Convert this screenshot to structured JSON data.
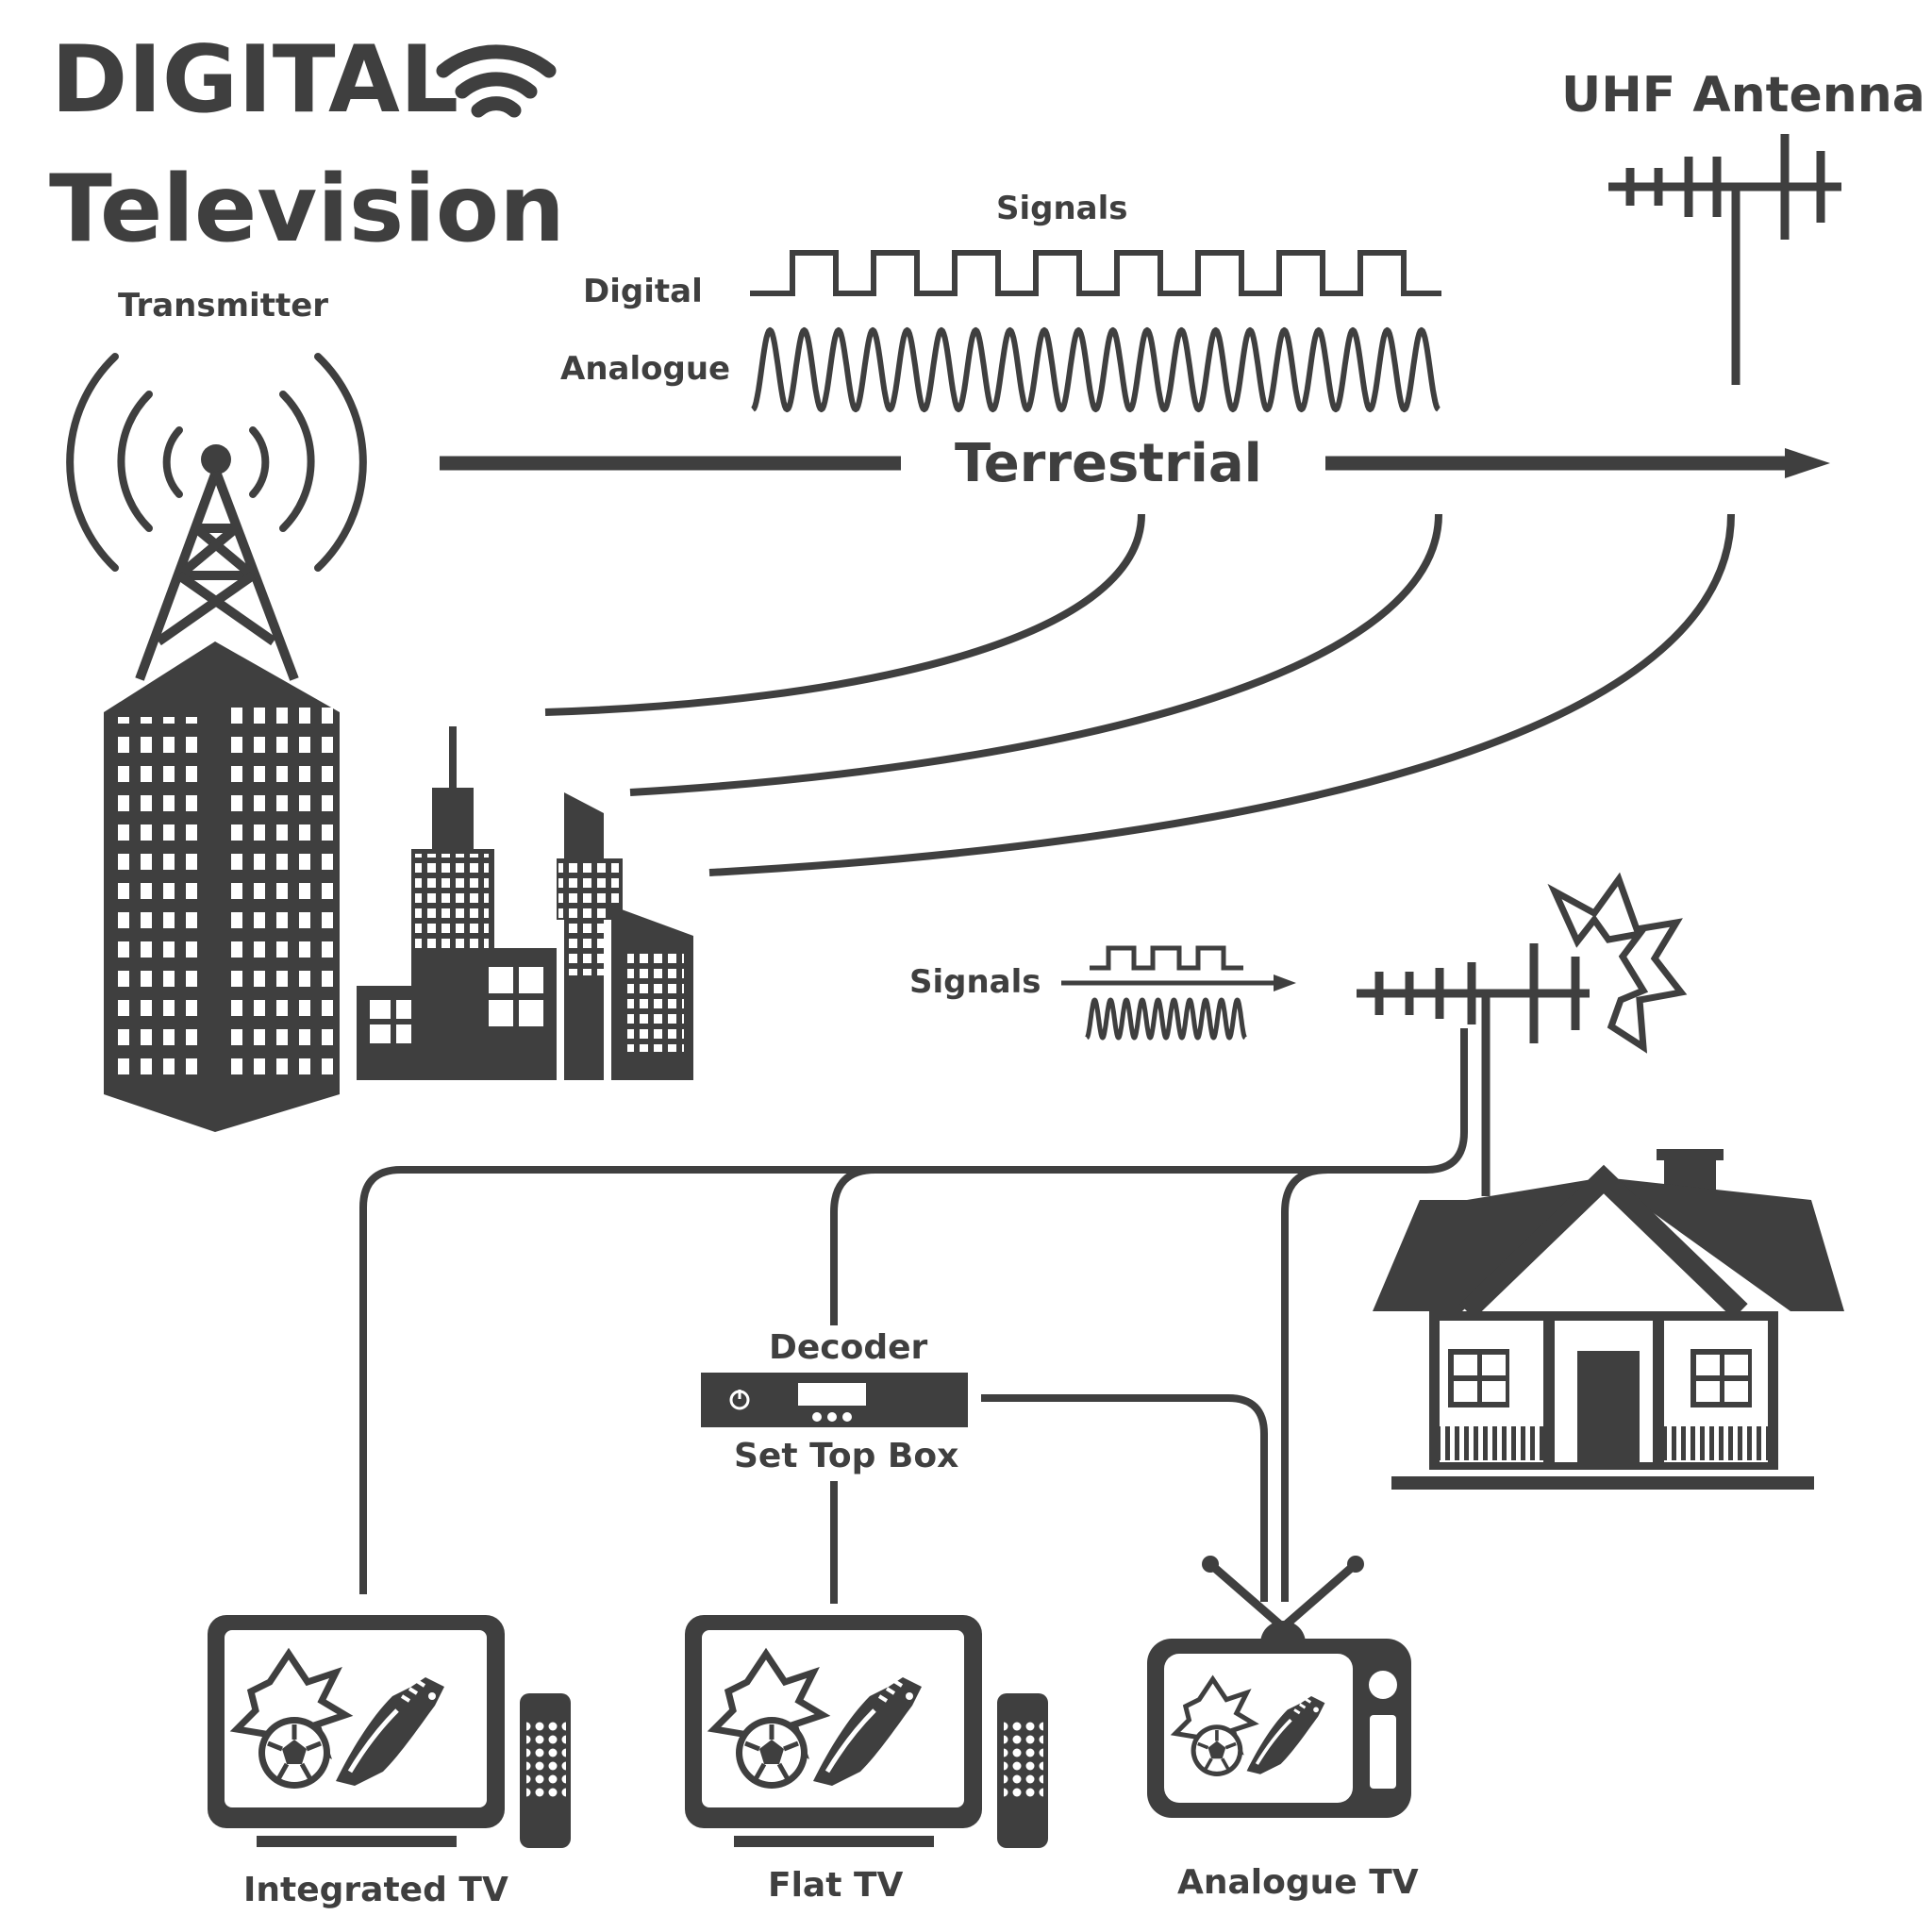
{
  "title": {
    "line1": "DIGITAL",
    "line2": "Television"
  },
  "labels": {
    "transmitter": "Transmitter",
    "uhf_antenna": "UHF Antenna",
    "signals_top": "Signals",
    "digital": "Digital",
    "analogue": "Analogue",
    "terrestrial": "Terrestrial",
    "signals_mid": "Signals",
    "decoder": "Decoder",
    "set_top_box": "Set Top Box",
    "integrated_tv": "Integrated TV",
    "flat_tv": "Flat TV",
    "analogue_tv": "Analogue TV"
  },
  "colors": {
    "ink": "#3f3f3f",
    "background": "#ffffff"
  },
  "icons": [
    "wifi-icon",
    "transmitter-tower-icon",
    "city-buildings-icon",
    "uhf-antenna-icon",
    "house-icon",
    "set-top-box-icon",
    "tv-icon",
    "remote-control-icon",
    "soccer-ball-icon",
    "football-boot-icon"
  ]
}
